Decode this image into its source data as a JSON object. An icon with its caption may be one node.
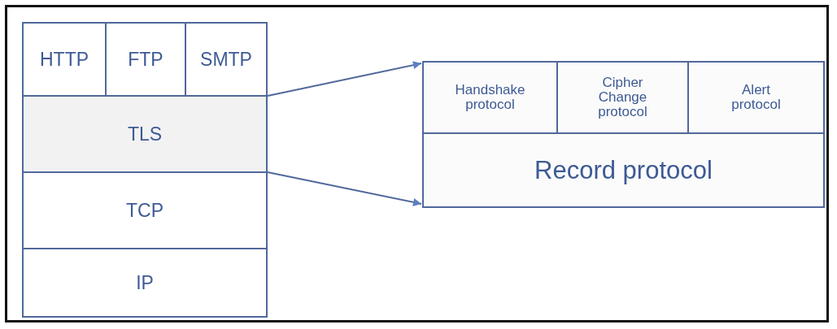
{
  "diagram": {
    "nodes": [
      {
        "text": [
          "HTTP"
        ]
      },
      {
        "text": [
          "FTP"
        ]
      },
      {
        "text": [
          "SMTP"
        ]
      },
      {
        "text": [
          "TLS"
        ]
      },
      {
        "text": [
          "TCP"
        ]
      },
      {
        "text": [
          "IP"
        ]
      },
      {
        "text": [],
        "shape": "box"
      },
      {
        "text": [
          "Handshake protocol"
        ],
        "in": 6
      },
      {
        "text": [
          "Cipher Change protocol"
        ],
        "in": 6
      },
      {
        "text": [
          "Alert protocol"
        ],
        "in": 6
      },
      {
        "text": [
          "Record protocol"
        ],
        "in": 6
      }
    ],
    "edges": [
      {
        "from": 3,
        "to": 6,
        "arrow": "to"
      },
      {
        "from": 3,
        "to": 6,
        "arrow": "to"
      }
    ]
  }
}
